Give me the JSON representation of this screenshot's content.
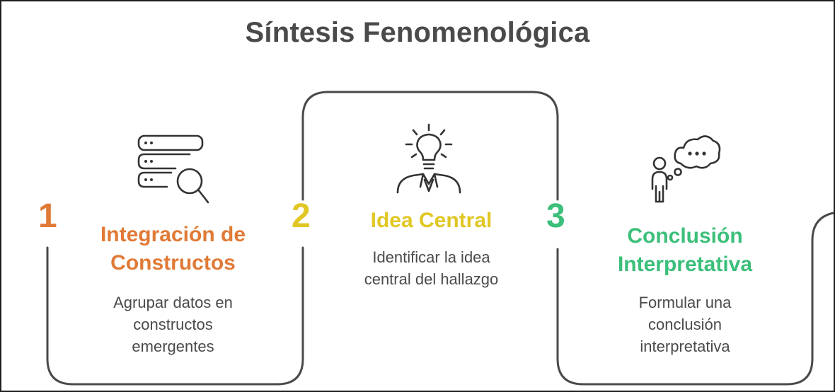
{
  "title": "Síntesis Fenomenológica",
  "colors": {
    "step1": "#e07a36",
    "step2": "#e1c725",
    "step3": "#3bbf7a",
    "line": "#4a4a4a"
  },
  "steps": [
    {
      "number": "1",
      "heading_line1": "Integración de",
      "heading_line2": "Constructos",
      "desc_line1": "Agrupar datos en",
      "desc_line2": "constructos",
      "desc_line3": "emergentes",
      "icon": "database-search-icon"
    },
    {
      "number": "2",
      "heading_line1": "Idea Central",
      "desc_line1": "Identificar la idea",
      "desc_line2": "central del hallazgo",
      "icon": "lightbulb-person-icon"
    },
    {
      "number": "3",
      "heading_line1": "Conclusión",
      "heading_line2": "Interpretativa",
      "desc_line1": "Formular una",
      "desc_line2": "conclusión",
      "desc_line3": "interpretativa",
      "icon": "thinking-person-icon"
    }
  ]
}
